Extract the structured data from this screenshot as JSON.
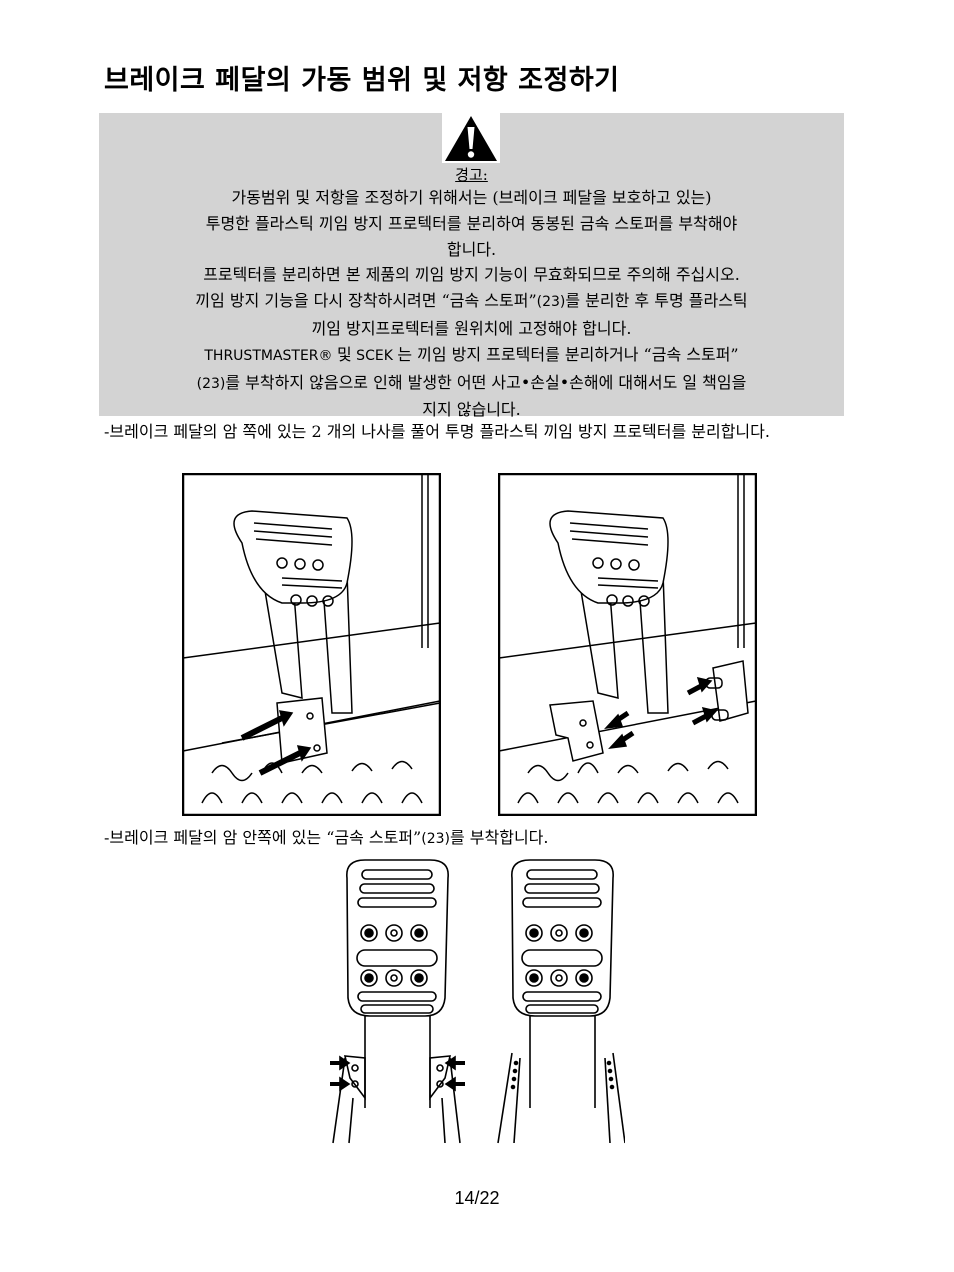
{
  "heading": "브레이크 페달의 가동 범위 및 저항 조정하기",
  "warning": {
    "icon": "warning-triangle-icon",
    "title": "경고:",
    "line1": "가동범위 및 저항을 조정하기 위해서는 (브레이크 페달을 보호하고 있는)",
    "line2": "투명한 플라스틱 끼임 방지 프로텍터를 분리하여 동봉된 금속 스토퍼를 부착해야",
    "line3": "합니다.",
    "line4": "프로텍터를 분리하면 본 제품의 끼임 방지 기능이 무효화되므로 주의해 주십시오.",
    "line5a": "끼임 방지 기능을 다시 장착하시려면 “금속 스토퍼”",
    "line5b": "(23)",
    "line5c": "를 분리한 후 투명 플라스틱",
    "line6": "끼임 방지프로텍터를 원위치에 고정해야 합니다.",
    "line7a": "THRUSTMASTER® ",
    "line7b": "및",
    "line7c": " SCEK ",
    "line7d": "는 끼임 방지 프로텍터를 분리하거나 “금속 스토퍼”",
    "line8a": "(23)",
    "line8b": "를 부착하지 않음으로 인해 발생한 어떤 사고•손실•손해에 대해서도 일 책임을",
    "line9": "지지 않습니다."
  },
  "step1": "-브레이크 페달의 암 쪽에 있는 2 개의 나사를 풀어 투명 플라스틱 끼임 방지 프로텍터를 분리합니다.",
  "step2a": "-브레이크 페달의 암 안쪽에 있는 “금속 스토퍼”",
  "step2b": "(23)",
  "step2c": "를 부착합니다.",
  "page_number": "14/22"
}
